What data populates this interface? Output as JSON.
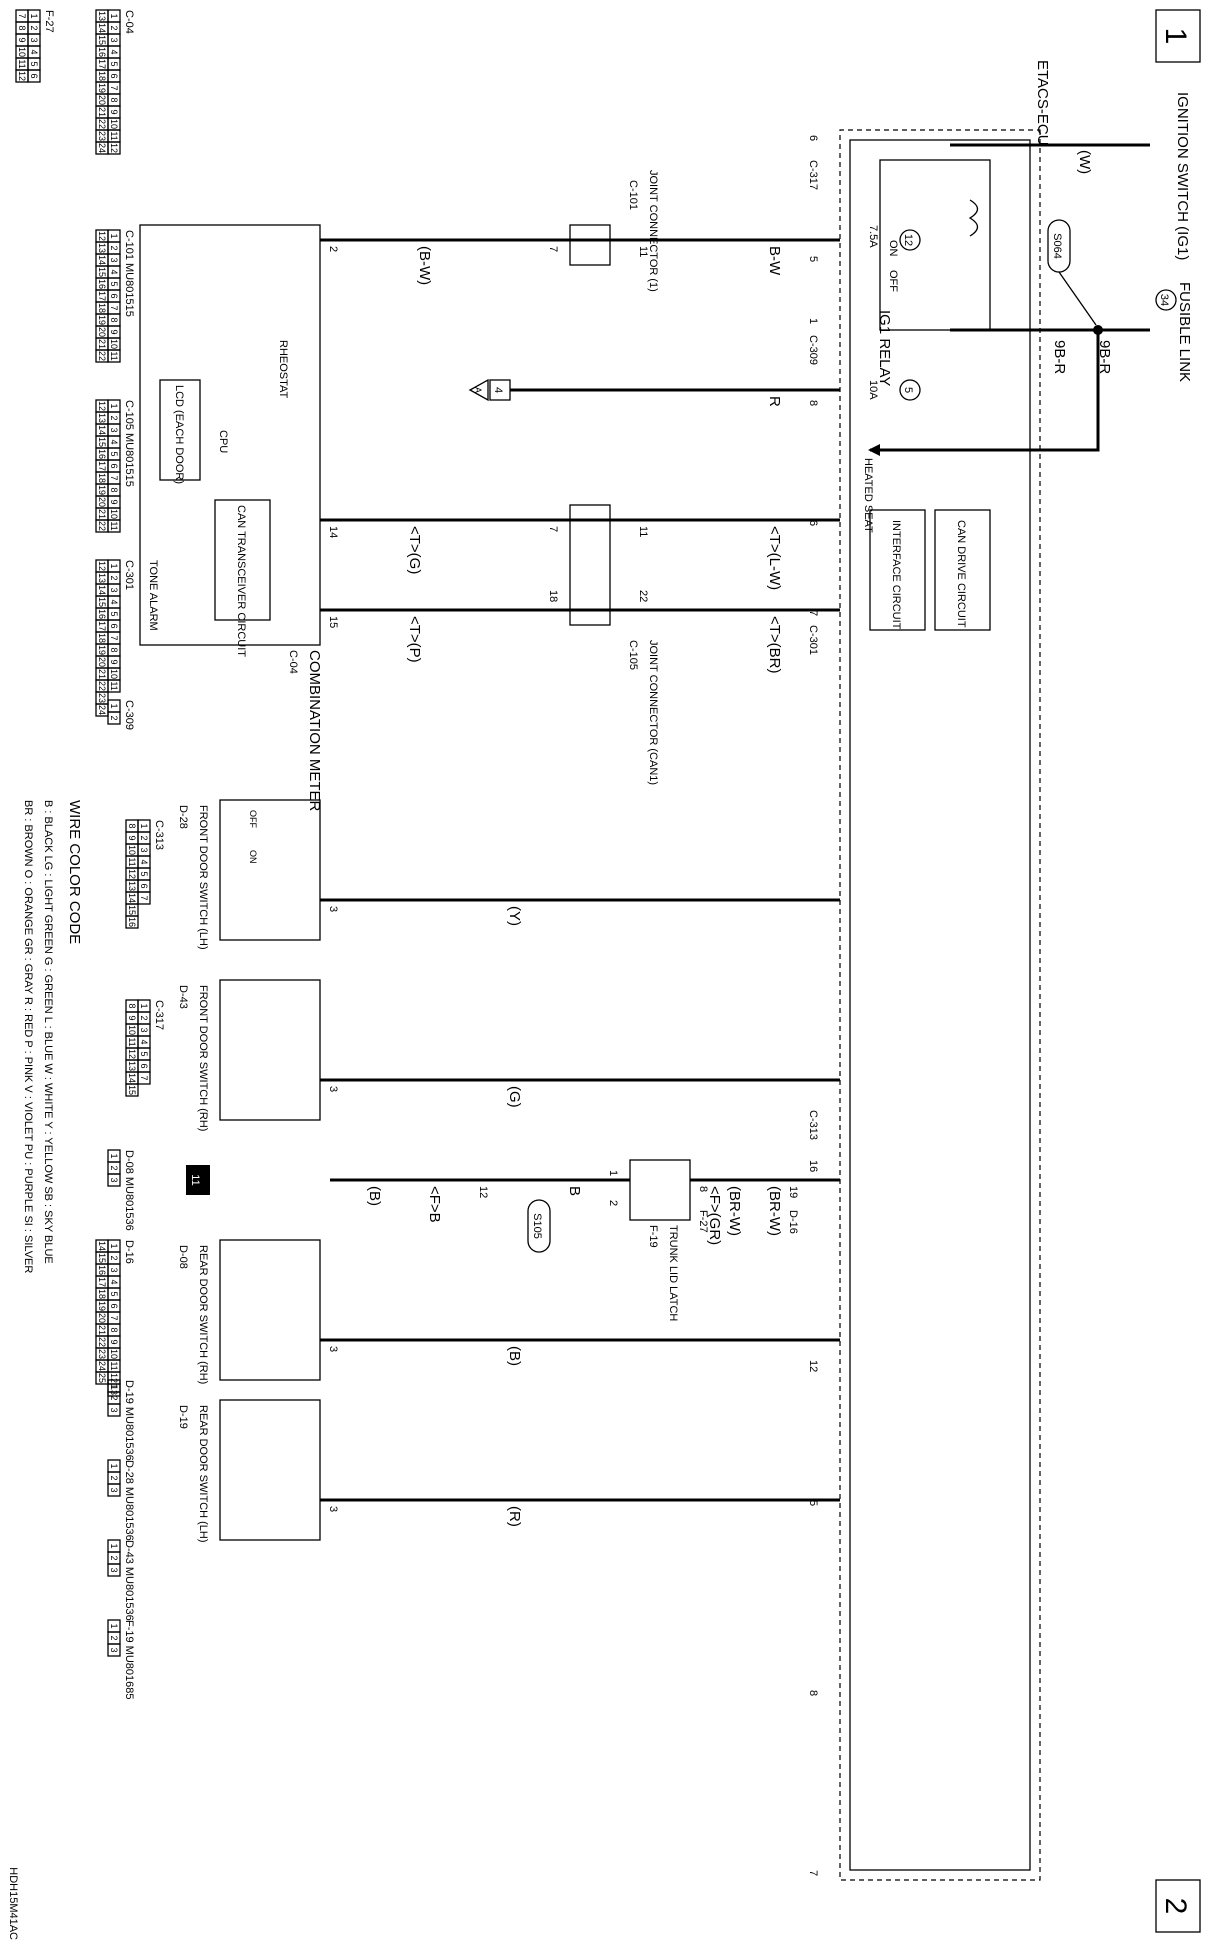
{
  "page": {
    "number_top": "1",
    "number_bottom": "2",
    "code": "HDH15M41AC"
  },
  "power": {
    "ignition_switch": "IGNITION SWITCH (IG1)",
    "fusible_link_label": "FUSIBLE LINK",
    "fusible_link_no": "34",
    "splice": "S064",
    "heated_seat": "HEATED SEAT",
    "wire_w": "(W)",
    "wire_9br_a": "9B-R",
    "wire_9br_b": "9B-R"
  },
  "ecu": {
    "name": "ETACS-ECU",
    "relay": "IG1 RELAY",
    "relay_on": "ON",
    "relay_off": "OFF",
    "fuse12_no": "12",
    "fuse12_amp": "7.5A",
    "fuse5_no": "5",
    "fuse5_amp": "10A",
    "can_drive": "CAN DRIVE CIRCUIT",
    "interface": "INTERFACE CIRCUIT",
    "pins": {
      "p6": "6",
      "p1": "1",
      "p5": "5",
      "p8": "8",
      "p6b": "6",
      "p7": "7",
      "p16": "16",
      "p12": "12",
      "p5b": "5",
      "p8b": "8",
      "p7b": "7"
    },
    "conn_c317": "C-317",
    "conn_c309": "C-309",
    "conn_c301": "C-301",
    "conn_c313": "C-313"
  },
  "wires": {
    "bw": "B-W",
    "bw2": "(B-W)",
    "r": "R",
    "t_lw": "<T>(L-W)",
    "t_br": "<T>(BR)",
    "t_g": "<T>(G)",
    "t_p": "<T>(P)",
    "y": "(Y)",
    "g": "(G)",
    "b": "(B)",
    "r2": "(R)",
    "brw1": "(BR-W)",
    "brw2": "(BR-W)",
    "f_gr": "<F>(GR)",
    "b_trunk": "B",
    "fb": "<F>B",
    "b_ground": "(B)"
  },
  "ground_ref": "A",
  "ground_num": "4",
  "joint101": {
    "name": "JOINT CONNECTOR (1)",
    "conn": "C-101",
    "pin_in": "11",
    "pin_out": "7"
  },
  "joint105": {
    "name": "JOINT CONNECTOR (CAN1)",
    "conn": "C-105",
    "pin_a_in": "11",
    "pin_a_out": "7",
    "pin_b_in": "22",
    "pin_b_out": "18"
  },
  "meter": {
    "name": "COMBINATION METER",
    "conn": "C-04",
    "rheostat": "RHEOSTAT",
    "lcd": "LCD (EACH DOOR)",
    "cpu": "CPU",
    "can_trx": "CAN TRANSCEIVER CIRCUIT",
    "tone": "TONE ALARM",
    "pin2": "2",
    "pin14": "14",
    "pin15": "15"
  },
  "switches": [
    {
      "name": "FRONT DOOR SWITCH (LH)",
      "conn": "D-28",
      "pin": "3"
    },
    {
      "name": "FRONT DOOR SWITCH (RH)",
      "conn": "D-43",
      "pin": "3"
    },
    {
      "name": "REAR DOOR SWITCH (RH)",
      "conn": "D-08",
      "pin": "3"
    },
    {
      "name": "REAR DOOR SWITCH (LH)",
      "conn": "D-19",
      "pin": "3"
    }
  ],
  "switch_states": {
    "off": "OFF",
    "on": "ON"
  },
  "trunk": {
    "name": "TRUNK LID LATCH",
    "conn": "F-19",
    "pin1": "1",
    "pin2": "2",
    "pin19": "19",
    "conn_d16": "D-16",
    "pin8": "8",
    "conn_f27": "F-27",
    "pin12": "12",
    "splice": "S105",
    "ref": "11"
  },
  "legend": {
    "title": "WIRE COLOR CODE",
    "row1": "B : BLACK   LG : LIGHT GREEN   G : GREEN   L : BLUE   W : WHITE   Y : YELLOW   SB : SKY BLUE",
    "row2": "BR : BROWN   O : ORANGE   GR : GRAY   R : RED   P : PINK   V : VIOLET   PU : PURPLE   SI : SILVER"
  },
  "connectors": [
    {
      "id": "C-04",
      "rows": [
        [
          "1",
          "2",
          "3",
          "4",
          "5",
          "6",
          "7",
          "8",
          "9",
          "10",
          "11",
          "12"
        ],
        [
          "13",
          "14",
          "15",
          "16",
          "17",
          "18",
          "19",
          "20",
          "21",
          "22",
          "23",
          "24"
        ]
      ]
    },
    {
      "id": "F-27",
      "rows": [
        [
          "1",
          "2",
          "3",
          "4",
          "5",
          "6"
        ],
        [
          "7",
          "8",
          "9",
          "10",
          "11",
          "12"
        ]
      ]
    },
    {
      "id": "C-101",
      "part": "MU801515",
      "rows": [
        [
          "1",
          "2",
          "3",
          "4",
          "5",
          "6",
          "7",
          "8",
          "9",
          "10",
          "11"
        ],
        [
          "12",
          "13",
          "14",
          "15",
          "16",
          "17",
          "18",
          "19",
          "20",
          "21",
          "22"
        ]
      ]
    },
    {
      "id": "C-105",
      "part": "MU801515",
      "rows": [
        [
          "1",
          "2",
          "3",
          "4",
          "5",
          "6",
          "7",
          "8",
          "9",
          "10",
          "11"
        ],
        [
          "12",
          "13",
          "14",
          "15",
          "16",
          "17",
          "18",
          "19",
          "20",
          "21",
          "22"
        ]
      ]
    },
    {
      "id": "C-301",
      "rows": [
        [
          "1",
          "2",
          "3",
          "4",
          "5",
          "6",
          "7",
          "8",
          "9",
          "10",
          "11"
        ],
        [
          "12",
          "13",
          "14",
          "15",
          "16",
          "17",
          "18",
          "19",
          "20",
          "21",
          "22",
          "23",
          "24"
        ]
      ]
    },
    {
      "id": "C-309",
      "rows": [
        [
          "1",
          "2"
        ]
      ]
    },
    {
      "id": "C-313",
      "rows": [
        [
          "1",
          "2",
          "3",
          "4",
          "5",
          "6",
          "7"
        ],
        [
          "8",
          "9",
          "10",
          "11",
          "12",
          "13",
          "14",
          "15",
          "16"
        ]
      ]
    },
    {
      "id": "C-317",
      "rows": [
        [
          "1",
          "2",
          "3",
          "4",
          "5",
          "6",
          "7"
        ],
        [
          "8",
          "9",
          "10",
          "11",
          "12",
          "13",
          "14",
          "15"
        ]
      ]
    },
    {
      "id": "D-08",
      "part": "MU801536",
      "rows": [
        [
          "1",
          "2",
          "3"
        ]
      ]
    },
    {
      "id": "D-16",
      "rows": [
        [
          "1",
          "2",
          "3",
          "4",
          "5",
          "6",
          "7",
          "8",
          "9",
          "10",
          "11",
          "12",
          "13"
        ],
        [
          "14",
          "15",
          "16",
          "17",
          "18",
          "19",
          "20",
          "21",
          "22",
          "23",
          "24",
          "25"
        ]
      ]
    },
    {
      "id": "D-19",
      "part": "MU801536",
      "rows": [
        [
          "1",
          "2",
          "3"
        ]
      ]
    },
    {
      "id": "D-28",
      "part": "MU801536",
      "rows": [
        [
          "1",
          "2",
          "3"
        ]
      ]
    },
    {
      "id": "D-43",
      "part": "MU801536",
      "rows": [
        [
          "1",
          "2",
          "3"
        ]
      ]
    },
    {
      "id": "F-19",
      "part": "MU801685",
      "rows": [
        [
          "1",
          "2",
          "3"
        ]
      ]
    }
  ]
}
